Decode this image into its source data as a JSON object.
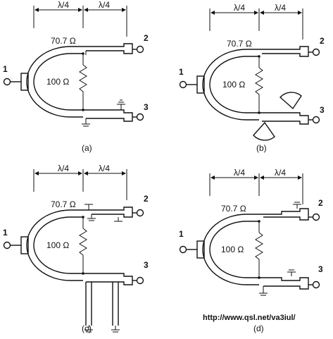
{
  "panels": [
    {
      "caption": "(a)",
      "dim_left": "λ/4",
      "dim_right": "λ/4",
      "impedance": "70.7 Ω",
      "resistor": "100 Ω",
      "port_in": "1",
      "port_top": "2",
      "port_bottom": "3"
    },
    {
      "caption": "(b)",
      "dim_left": "λ/4",
      "dim_right": "λ/4",
      "impedance": "70.7 Ω",
      "resistor": "100 Ω",
      "port_in": "1",
      "port_top": "2",
      "port_bottom": "3"
    },
    {
      "caption": "(c)",
      "dim_left": "λ/4",
      "dim_right": "λ/4",
      "impedance": "70.7 Ω",
      "resistor": "100 Ω",
      "port_in": "1",
      "port_top": "2",
      "port_bottom": "3"
    },
    {
      "caption": "(d)",
      "dim_left": "λ/4",
      "dim_right": "λ/4",
      "impedance": "70.7 Ω",
      "resistor": "100 Ω",
      "port_in": "1",
      "port_top": "2",
      "port_bottom": "3"
    }
  ],
  "footer": {
    "url": "http://www.qsl.net/va3iul/"
  }
}
